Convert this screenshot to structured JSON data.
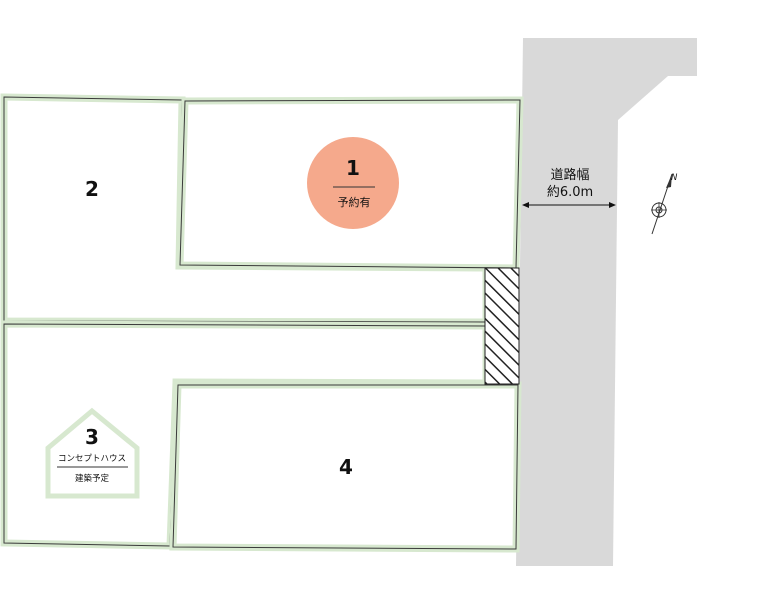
{
  "lots": [
    {
      "number": "1",
      "status": "予約有"
    },
    {
      "number": "2"
    },
    {
      "number": "3",
      "tag": "コンセプトハウス",
      "note": "建築予定"
    },
    {
      "number": "4"
    }
  ],
  "road": {
    "label": "道路幅",
    "width": "約6.0m"
  },
  "north_arrow": {
    "label": "N"
  },
  "colors": {
    "lot_border": "#d7e8cf",
    "lot_outline": "#3a3a3a",
    "road": "#d9d9d9",
    "reserved_badge": "#f5a98c"
  }
}
